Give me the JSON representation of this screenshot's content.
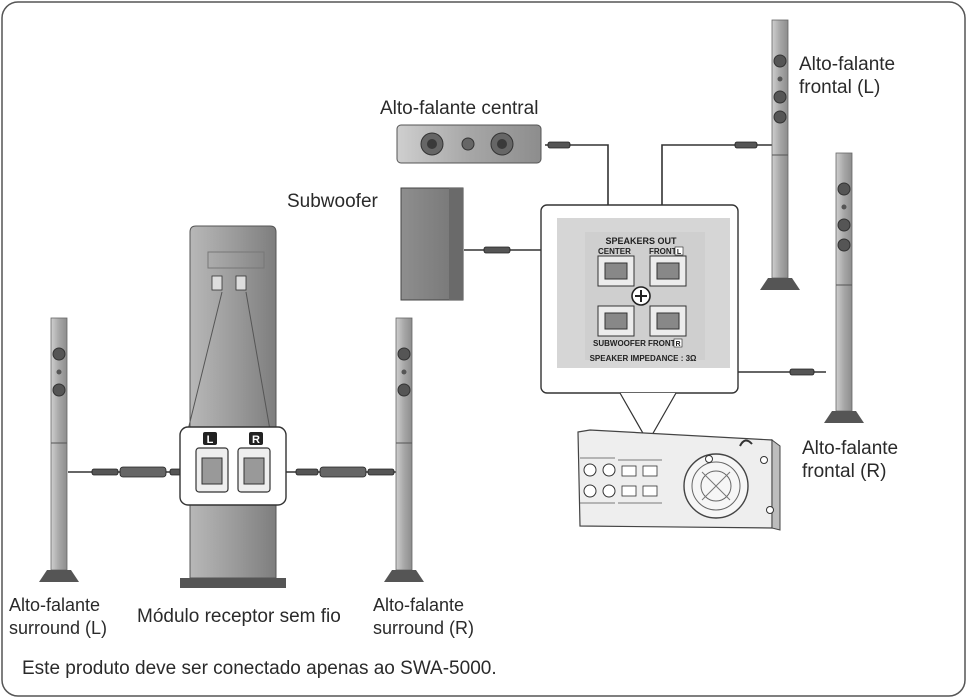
{
  "labels": {
    "center_speaker": "Alto-falante central",
    "front_left_line1": "Alto-falante",
    "front_left_line2": "frontal (L)",
    "front_right_line1": "Alto-falante",
    "front_right_line2": "frontal (R)",
    "subwoofer": "Subwoofer",
    "surround_left_line1": "Alto-falante",
    "surround_left_line2": "surround (L)",
    "surround_right_line1": "Alto-falante",
    "surround_right_line2": "surround (R)",
    "receiver": "Módulo receptor sem fio"
  },
  "panel": {
    "title": "SPEAKERS OUT",
    "center": "CENTER",
    "front_l": "FRONT",
    "front_l_badge": "L",
    "subwoofer": "SUBWOOFER",
    "front_r": "FRONT",
    "front_r_badge": "R",
    "impedance": "SPEAKER IMPEDANCE : 3Ω"
  },
  "receiver_detail": {
    "left_badge": "L",
    "right_badge": "R"
  },
  "note": "Este produto deve ser conectado apenas ao SWA-5000.",
  "colors": {
    "frame_stroke": "#555555",
    "speaker_body": "#9a9a9a",
    "speaker_dark": "#4a4a4a",
    "wire": "#333333",
    "panel_bg": "#d6d6d6"
  }
}
